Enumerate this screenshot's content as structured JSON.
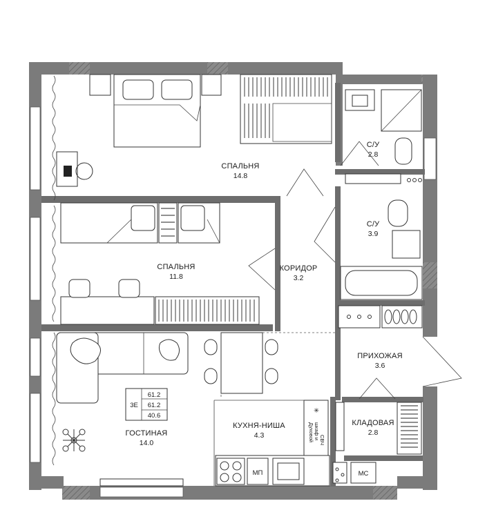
{
  "rooms": {
    "bedroom1": {
      "name": "СПАЛЬНЯ",
      "area": "14.8"
    },
    "bedroom2": {
      "name": "СПАЛЬНЯ",
      "area": "11.8"
    },
    "corridor": {
      "name": "КОРИДОР",
      "area": "3.2"
    },
    "bath1": {
      "name": "С/У",
      "area": "2.8"
    },
    "bath2": {
      "name": "С/У",
      "area": "3.9"
    },
    "hall": {
      "name": "ПРИХОЖАЯ",
      "area": "3.6"
    },
    "living": {
      "name": "ГОСТИНАЯ",
      "area": "14.0"
    },
    "kitchen": {
      "name": "КУХНЯ-НИША",
      "area": "4.3"
    },
    "storage": {
      "name": "КЛАДОВАЯ",
      "area": "2.8"
    }
  },
  "summary": {
    "type": "3Е",
    "values": [
      "61.2",
      "61.2",
      "40.6"
    ]
  },
  "labels": {
    "dishwasher": "МП",
    "waste_shaft": "МС",
    "oven_line1": "Духовой",
    "oven_line2": "шкаф и",
    "oven_line3": "СВЧ"
  },
  "colors": {
    "wall": "#7b7b7b",
    "line": "#333333",
    "background": "#ffffff"
  }
}
